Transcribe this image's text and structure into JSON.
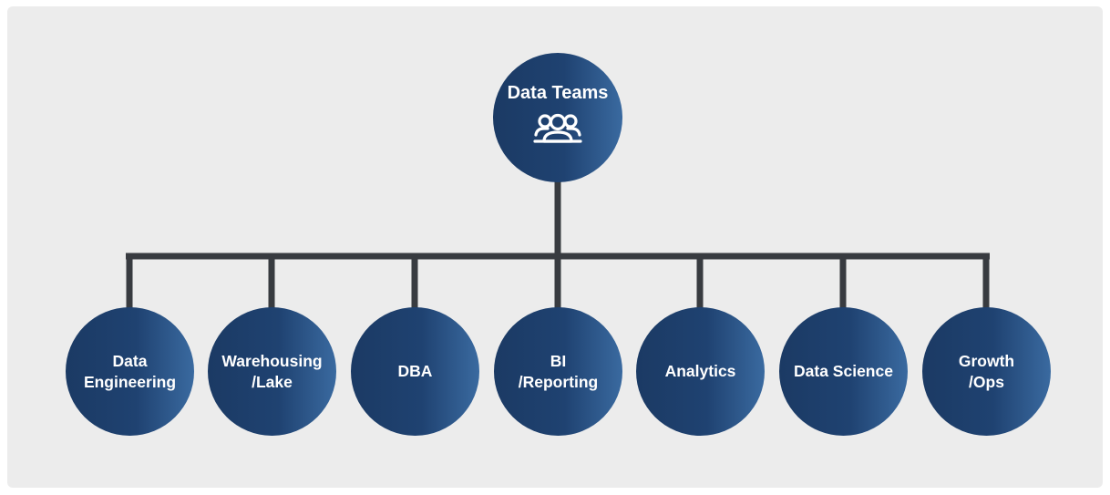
{
  "root": {
    "label": "Data Teams",
    "icon": "people-group-icon"
  },
  "children": [
    {
      "key": "data-engineering",
      "label": "Data\nEngineering"
    },
    {
      "key": "warehousing-lake",
      "label": "Warehousing\n/Lake"
    },
    {
      "key": "dba",
      "label": "DBA"
    },
    {
      "key": "bi-reporting",
      "label": "BI\n/Reporting"
    },
    {
      "key": "analytics",
      "label": "Analytics"
    },
    {
      "key": "data-science",
      "label": "Data Science"
    },
    {
      "key": "growth-ops",
      "label": "Growth\n/Ops"
    }
  ],
  "colors": {
    "node_fill": "#1f4271",
    "node_highlight": "#3a6aa0",
    "connector": "#383b40",
    "panel_bg": "#ececec"
  }
}
